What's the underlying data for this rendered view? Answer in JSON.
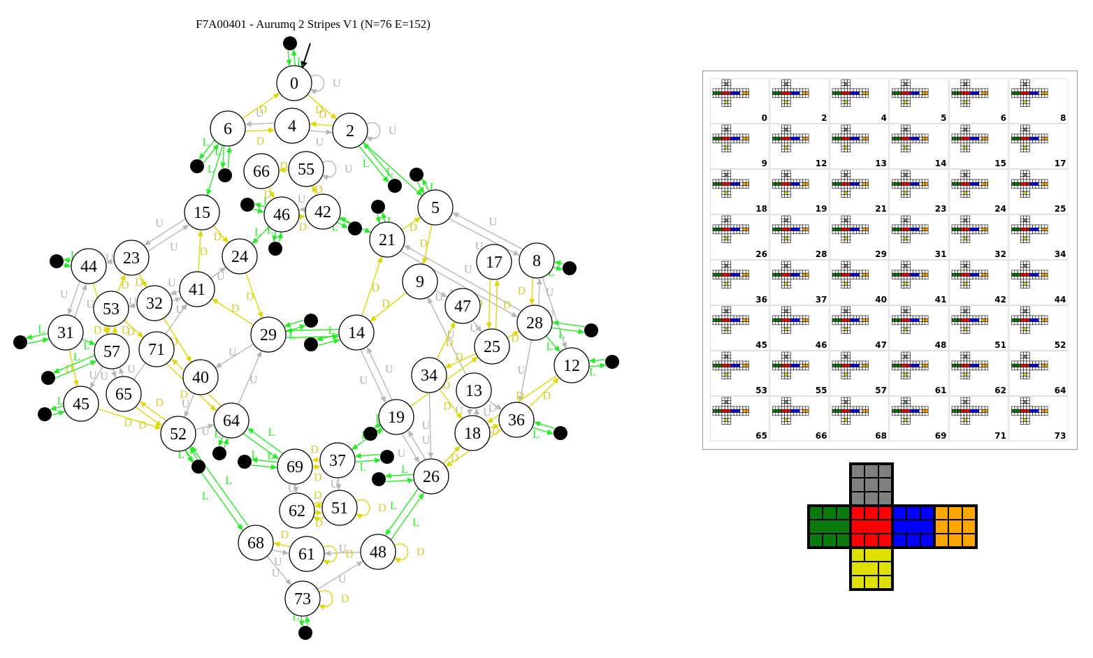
{
  "title": "F7A00401 - Aurumq 2 Stripes V1 (N=76 E=152)",
  "colors": {
    "gray_edge": "#b8b8b8",
    "yellow_edge": "#e0d800",
    "yellow_label": "#d8cc30",
    "green_edge": "#22ee22",
    "gray_label": "#b0b0b0",
    "face_gray": "#808080",
    "face_green": "#0a7a0a",
    "face_red": "#ff0000",
    "face_blue": "#0000ff",
    "face_orange": "#ffa500",
    "face_yellow": "#e0e000"
  },
  "nodes": [
    {
      "id": "n0",
      "label": "0"
    },
    {
      "id": "n2",
      "label": "2"
    },
    {
      "id": "n4",
      "label": "4"
    },
    {
      "id": "n6",
      "label": "6"
    },
    {
      "id": "n5",
      "label": "5"
    },
    {
      "id": "n8",
      "label": "8"
    },
    {
      "id": "n9",
      "label": "9"
    },
    {
      "id": "n12",
      "label": "12"
    },
    {
      "id": "n13",
      "label": "13"
    },
    {
      "id": "n14",
      "label": "14"
    },
    {
      "id": "n15",
      "label": "15"
    },
    {
      "id": "n17",
      "label": "17"
    },
    {
      "id": "n18",
      "label": "18"
    },
    {
      "id": "n19",
      "label": "19"
    },
    {
      "id": "n21",
      "label": "21"
    },
    {
      "id": "n23",
      "label": "23"
    },
    {
      "id": "n24",
      "label": "24"
    },
    {
      "id": "n25",
      "label": "25"
    },
    {
      "id": "n26",
      "label": "26"
    },
    {
      "id": "n28",
      "label": "28"
    },
    {
      "id": "n29",
      "label": "29"
    },
    {
      "id": "n31",
      "label": "31"
    },
    {
      "id": "n32",
      "label": "32"
    },
    {
      "id": "n34",
      "label": "34"
    },
    {
      "id": "n36",
      "label": "36"
    },
    {
      "id": "n37",
      "label": "37"
    },
    {
      "id": "n40",
      "label": "40"
    },
    {
      "id": "n41",
      "label": "41"
    },
    {
      "id": "n42",
      "label": "42"
    },
    {
      "id": "n44",
      "label": "44"
    },
    {
      "id": "n45",
      "label": "45"
    },
    {
      "id": "n46",
      "label": "46"
    },
    {
      "id": "n47",
      "label": "47"
    },
    {
      "id": "n48",
      "label": "48"
    },
    {
      "id": "n51",
      "label": "51"
    },
    {
      "id": "n52",
      "label": "52"
    },
    {
      "id": "n53",
      "label": "53"
    },
    {
      "id": "n55",
      "label": "55"
    },
    {
      "id": "n57",
      "label": "57"
    },
    {
      "id": "n61",
      "label": "61"
    },
    {
      "id": "n62",
      "label": "62"
    },
    {
      "id": "n64",
      "label": "64"
    },
    {
      "id": "n65",
      "label": "65"
    },
    {
      "id": "n66",
      "label": "66"
    },
    {
      "id": "n68",
      "label": "68"
    },
    {
      "id": "n69",
      "label": "69"
    },
    {
      "id": "n71",
      "label": "71"
    },
    {
      "id": "n73",
      "label": "73"
    }
  ],
  "edges": [
    {
      "a": "n0",
      "b": "n2",
      "t": "D"
    },
    {
      "a": "n6",
      "b": "n0",
      "t": "D"
    },
    {
      "a": "n4",
      "b": "n6",
      "t": "U"
    },
    {
      "a": "n6",
      "b": "n4",
      "t": "D"
    },
    {
      "a": "n2",
      "b": "n4",
      "t": "D"
    },
    {
      "a": "n4",
      "b": "n2",
      "t": "U"
    },
    {
      "a": "n2",
      "b": "n5",
      "t": "L"
    },
    {
      "a": "n6",
      "b": "n15",
      "t": "L"
    },
    {
      "a": "n55",
      "b": "n66",
      "t": "D"
    },
    {
      "a": "n66",
      "b": "n46",
      "t": "D"
    },
    {
      "a": "n42",
      "b": "n55",
      "t": "D"
    },
    {
      "a": "n46",
      "b": "n42",
      "t": "D"
    },
    {
      "a": "n42",
      "b": "n46",
      "t": "U"
    },
    {
      "a": "n46",
      "b": "n24",
      "t": "L"
    },
    {
      "a": "n42",
      "b": "n21",
      "t": "L"
    },
    {
      "a": "n15",
      "b": "n24",
      "t": "D"
    },
    {
      "a": "n23",
      "b": "n15",
      "t": "U"
    },
    {
      "a": "n15",
      "b": "n23",
      "t": "U"
    },
    {
      "a": "n41",
      "b": "n15",
      "t": "D"
    },
    {
      "a": "n24",
      "b": "n29",
      "t": "D"
    },
    {
      "a": "n41",
      "b": "n24",
      "t": "U"
    },
    {
      "a": "n29",
      "b": "n41",
      "t": "D"
    },
    {
      "a": "n21",
      "b": "n5",
      "t": "D"
    },
    {
      "a": "n14",
      "b": "n21",
      "t": "D"
    },
    {
      "a": "n5",
      "b": "n9",
      "t": "D"
    },
    {
      "a": "n9",
      "b": "n14",
      "t": "D"
    },
    {
      "a": "n5",
      "b": "n8",
      "t": "U"
    },
    {
      "a": "n8",
      "b": "n5",
      "t": "U"
    },
    {
      "a": "n21",
      "b": "n28",
      "t": "U"
    },
    {
      "a": "n28",
      "b": "n21",
      "t": "U"
    },
    {
      "a": "n8",
      "b": "n12",
      "t": "U"
    },
    {
      "a": "n28",
      "b": "n8",
      "t": "U"
    },
    {
      "a": "n17",
      "b": "n25",
      "t": "D"
    },
    {
      "a": "n25",
      "b": "n17",
      "t": "D"
    },
    {
      "a": "n8",
      "b": "n28",
      "t": "D"
    },
    {
      "a": "n28",
      "b": "n36",
      "t": "U"
    },
    {
      "a": "n28",
      "b": "n12",
      "t": "L"
    },
    {
      "a": "n47",
      "b": "n25",
      "t": "U"
    },
    {
      "a": "n9",
      "b": "n47",
      "t": "U"
    },
    {
      "a": "n13",
      "b": "n9",
      "t": "U"
    },
    {
      "a": "n25",
      "b": "n28",
      "t": "D"
    },
    {
      "a": "n34",
      "b": "n47",
      "t": "D"
    },
    {
      "a": "n25",
      "b": "n34",
      "t": "D"
    },
    {
      "a": "n14",
      "b": "n19",
      "t": "U"
    },
    {
      "a": "n19",
      "b": "n14",
      "t": "U"
    },
    {
      "a": "n29",
      "b": "n14",
      "t": "L"
    },
    {
      "a": "n14",
      "b": "n29",
      "t": "L"
    },
    {
      "a": "n29",
      "b": "n40",
      "t": "U"
    },
    {
      "a": "n64",
      "b": "n29",
      "t": "U"
    },
    {
      "a": "n40",
      "b": "n52",
      "t": "U"
    },
    {
      "a": "n32",
      "b": "n40",
      "t": "D"
    },
    {
      "a": "n71",
      "b": "n64",
      "t": "D"
    },
    {
      "a": "n64",
      "b": "n71",
      "t": "D"
    },
    {
      "a": "n52",
      "b": "n64",
      "t": "U"
    },
    {
      "a": "n65",
      "b": "n52",
      "t": "D"
    },
    {
      "a": "n52",
      "b": "n65",
      "t": "D"
    },
    {
      "a": "n45",
      "b": "n52",
      "t": "D"
    },
    {
      "a": "n44",
      "b": "n31",
      "t": "U"
    },
    {
      "a": "n31",
      "b": "n44",
      "t": "U"
    },
    {
      "a": "n23",
      "b": "n44",
      "t": "U"
    },
    {
      "a": "n53",
      "b": "n23",
      "t": "D"
    },
    {
      "a": "n23",
      "b": "n32",
      "t": "D"
    },
    {
      "a": "n32",
      "b": "n41",
      "t": "U"
    },
    {
      "a": "n41",
      "b": "n32",
      "t": "U"
    },
    {
      "a": "n53",
      "b": "n71",
      "t": "D"
    },
    {
      "a": "n57",
      "b": "n53",
      "t": "D"
    },
    {
      "a": "n53",
      "b": "n57",
      "t": "D"
    },
    {
      "a": "n31",
      "b": "n57",
      "t": "L"
    },
    {
      "a": "n57",
      "b": "n65",
      "t": "U"
    },
    {
      "a": "n65",
      "b": "n57",
      "t": "U"
    },
    {
      "a": "n57",
      "b": "n45",
      "t": "U"
    },
    {
      "a": "n31",
      "b": "n45",
      "t": "D"
    },
    {
      "a": "n44",
      "b": "n57",
      "t": "D"
    },
    {
      "a": "n19",
      "b": "n26",
      "t": "U"
    },
    {
      "a": "n26",
      "b": "n19",
      "t": "U"
    },
    {
      "a": "n19",
      "b": "n37",
      "t": "L"
    },
    {
      "a": "n37",
      "b": "n69",
      "t": "D"
    },
    {
      "a": "n69",
      "b": "n37",
      "t": "D"
    },
    {
      "a": "n69",
      "b": "n64",
      "t": "L"
    },
    {
      "a": "n64",
      "b": "n69",
      "t": "L"
    },
    {
      "a": "n37",
      "b": "n51",
      "t": "U"
    },
    {
      "a": "n69",
      "b": "n62",
      "t": "U"
    },
    {
      "a": "n62",
      "b": "n51",
      "t": "D"
    },
    {
      "a": "n51",
      "b": "n62",
      "t": "D"
    },
    {
      "a": "n26",
      "b": "n48",
      "t": "L"
    },
    {
      "a": "n48",
      "b": "n26",
      "t": "L"
    },
    {
      "a": "n26",
      "b": "n18",
      "t": "D"
    },
    {
      "a": "n18",
      "b": "n36",
      "t": "D"
    },
    {
      "a": "n36",
      "b": "n26",
      "t": "D"
    },
    {
      "a": "n12",
      "b": "n18",
      "t": "D"
    },
    {
      "a": "n36",
      "b": "n12",
      "t": "D"
    },
    {
      "a": "n13",
      "b": "n18",
      "t": "U"
    },
    {
      "a": "n18",
      "b": "n13",
      "t": "U"
    },
    {
      "a": "n34",
      "b": "n26",
      "t": "U"
    },
    {
      "a": "n19",
      "b": "n25",
      "t": "D"
    },
    {
      "a": "n13",
      "b": "n36",
      "t": "U"
    },
    {
      "a": "n68",
      "b": "n73",
      "t": "U"
    },
    {
      "a": "n73",
      "b": "n48",
      "t": "U"
    },
    {
      "a": "n48",
      "b": "n61",
      "t": "U"
    },
    {
      "a": "n61",
      "b": "n68",
      "t": "D"
    },
    {
      "a": "n68",
      "b": "n61",
      "t": "U"
    },
    {
      "a": "n68",
      "b": "n52",
      "t": "L"
    },
    {
      "a": "n52",
      "b": "n68",
      "t": "L"
    },
    {
      "a": "n65",
      "b": "n41",
      "t": "U"
    },
    {
      "a": "n34",
      "b": "n18",
      "t": "D"
    },
    {
      "a": "n32",
      "b": "n53",
      "t": "U"
    }
  ],
  "self_loops": [
    {
      "node": "n0",
      "t": "U"
    },
    {
      "node": "n2",
      "t": "U"
    },
    {
      "node": "n55",
      "t": "U"
    },
    {
      "node": "n51",
      "t": "D"
    },
    {
      "node": "n48",
      "t": "D"
    },
    {
      "node": "n61",
      "t": "D"
    },
    {
      "node": "n73",
      "t": "D"
    },
    {
      "node": "n62",
      "t": "D"
    }
  ],
  "dead_ends": [
    {
      "from": "n0"
    },
    {
      "from": "n6"
    },
    {
      "from": "n6"
    },
    {
      "from": "n2"
    },
    {
      "from": "n5"
    },
    {
      "from": "n46"
    },
    {
      "from": "n46"
    },
    {
      "from": "n42"
    },
    {
      "from": "n21"
    },
    {
      "from": "n8"
    },
    {
      "from": "n44"
    },
    {
      "from": "n31"
    },
    {
      "from": "n57"
    },
    {
      "from": "n45"
    },
    {
      "from": "n29"
    },
    {
      "from": "n14"
    },
    {
      "from": "n28"
    },
    {
      "from": "n12"
    },
    {
      "from": "n36"
    },
    {
      "from": "n19"
    },
    {
      "from": "n37"
    },
    {
      "from": "n26"
    },
    {
      "from": "n52"
    },
    {
      "from": "n64"
    },
    {
      "from": "n69"
    },
    {
      "from": "n73"
    }
  ],
  "thumbnails": [
    "0",
    "2",
    "4",
    "5",
    "6",
    "8",
    "9",
    "12",
    "13",
    "14",
    "15",
    "17",
    "18",
    "19",
    "21",
    "23",
    "24",
    "25",
    "26",
    "28",
    "29",
    "31",
    "32",
    "34",
    "36",
    "37",
    "40",
    "41",
    "42",
    "44",
    "45",
    "46",
    "47",
    "48",
    "51",
    "52",
    "53",
    "55",
    "57",
    "61",
    "62",
    "64",
    "65",
    "66",
    "68",
    "69",
    "71",
    "73"
  ]
}
